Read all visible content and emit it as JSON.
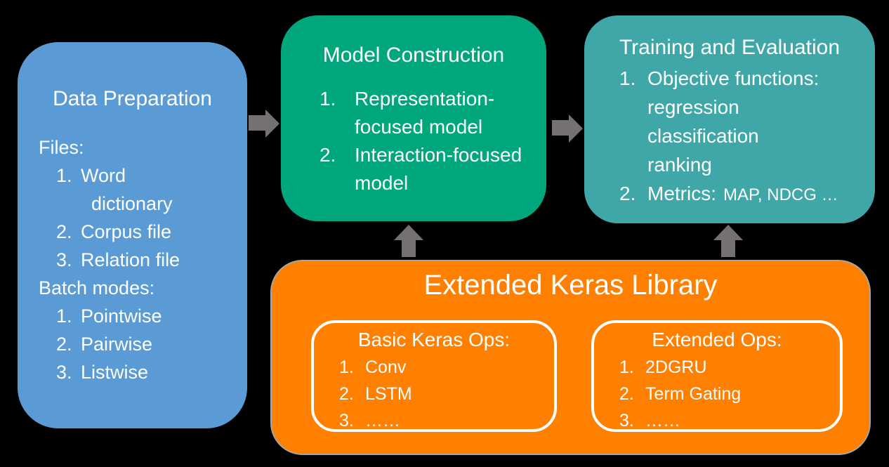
{
  "diagram": {
    "background": "#000000",
    "text_color": "#FFFFFF",
    "colors": {
      "data_preparation_blue": "#5B9BD5",
      "model_construction_green": "#00A77C",
      "training_evaluation_teal": "#3FA7A7",
      "keras_library_orange": "#FF8000",
      "keras_library_border_gray": "#A6A6A6",
      "inner_box_border_white": "#FFFFFF",
      "arrow_gray": "#767171"
    },
    "arrows": {
      "data_prep_to_model": "right",
      "model_to_training": "right",
      "keras_to_model": "up",
      "keras_to_training": "up"
    }
  },
  "boxes": {
    "data_preparation": {
      "title": "Data Preparation",
      "files_label": "Files:",
      "files": [
        {
          "n": "1.",
          "line1": "Word",
          "line2": "dictionary"
        },
        {
          "n": "2.",
          "line1": "Corpus file"
        },
        {
          "n": "3.",
          "line1": "Relation file"
        }
      ],
      "batch_label": "Batch modes:",
      "batch_modes": [
        {
          "n": "1.",
          "line1": "Pointwise"
        },
        {
          "n": "2.",
          "line1": "Pairwise"
        },
        {
          "n": "3.",
          "line1": "Listwise"
        }
      ]
    },
    "model_construction": {
      "title": "Model Construction",
      "items": [
        {
          "n": "1.",
          "line1": "Representation-",
          "line2": "focused model"
        },
        {
          "n": "2.",
          "line1": "Interaction-focused",
          "line2": "model"
        }
      ]
    },
    "training_evaluation": {
      "title": "Training and Evaluation",
      "items": [
        {
          "n": "1.",
          "line1": "Objective functions:",
          "line2": "regression",
          "line3": "classification",
          "line4": "ranking"
        },
        {
          "n": "2.",
          "line1": "Metrics:",
          "small": "MAP, NDCG …"
        }
      ]
    },
    "keras_library": {
      "title": "Extended Keras Library",
      "basic_ops": {
        "title": "Basic Keras Ops:",
        "items": [
          {
            "n": "1.",
            "text": "Conv"
          },
          {
            "n": "2.",
            "text": "LSTM"
          },
          {
            "n": "3.",
            "text": "……"
          }
        ]
      },
      "extended_ops": {
        "title": "Extended Ops:",
        "items": [
          {
            "n": "1.",
            "text": "2DGRU"
          },
          {
            "n": "2.",
            "text": "Term Gating"
          },
          {
            "n": "3.",
            "text": "……"
          }
        ]
      }
    }
  }
}
